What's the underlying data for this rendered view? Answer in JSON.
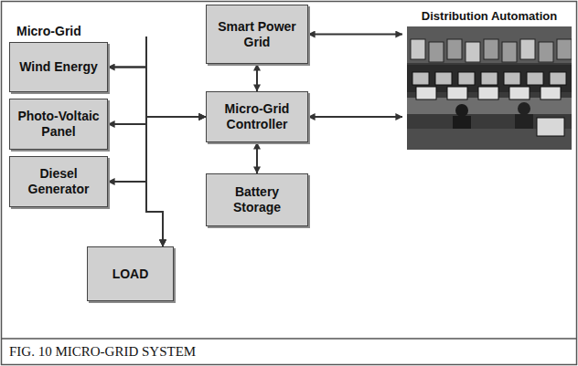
{
  "diagram": {
    "caption": "FIG. 10 MICRO-GRID SYSTEM",
    "nodes": [
      {
        "text": [
          "Wind Energy"
        ]
      },
      {
        "text": [
          "Photo-Voltaic Panel"
        ]
      },
      {
        "text": [
          "Diesel Generator"
        ]
      },
      {
        "text": [
          "LOAD"
        ]
      },
      {
        "text": [
          "Smart Power Grid"
        ]
      },
      {
        "text": [
          "Micro-Grid Controller"
        ]
      },
      {
        "text": [
          "Battery Storage"
        ]
      },
      {
        "text": [
          "Distribution Automation"
        ]
      }
    ],
    "edges": [
      {
        "from": 0,
        "to": 5,
        "arrow": "both"
      },
      {
        "from": 1,
        "to": 5,
        "arrow": "both"
      },
      {
        "from": 2,
        "to": 5,
        "arrow": "both"
      },
      {
        "from": 0,
        "to": 3,
        "arrow": "to"
      },
      {
        "from": 1,
        "to": 3,
        "arrow": "to"
      },
      {
        "from": 2,
        "to": 3,
        "arrow": "to"
      },
      {
        "from": 4,
        "to": 5,
        "arrow": "both"
      },
      {
        "from": 5,
        "to": 6,
        "arrow": "both"
      },
      {
        "from": 4,
        "to": 7,
        "arrow": "both"
      },
      {
        "from": 5,
        "to": 7,
        "arrow": "both"
      }
    ],
    "labels": [
      "Micro-Grid"
    ]
  }
}
